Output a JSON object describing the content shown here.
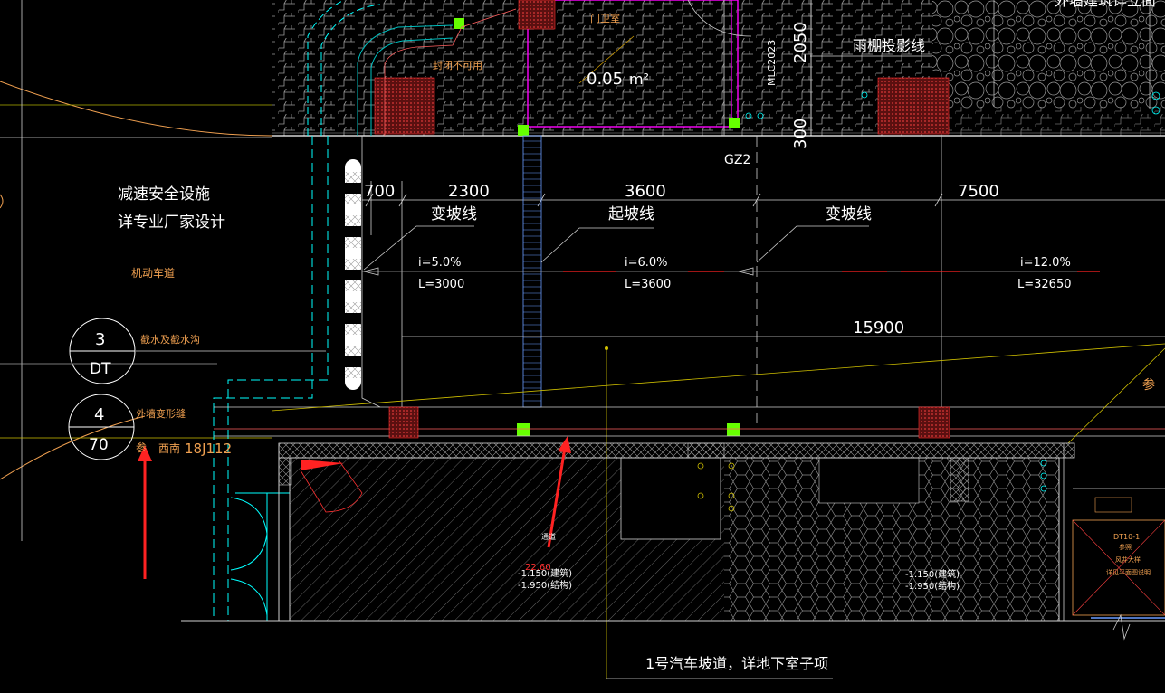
{
  "texts": {
    "speed_bump_1": "减速安全设施",
    "speed_bump_2": "详专业厂家设计",
    "vehicle_lane": "机动车道",
    "canopy_line": "雨棚投影线",
    "top_note": "封闭不可用",
    "top_room": "门卫室",
    "top_area": "0.05",
    "top_area_unit": "m²",
    "top_code": "MLC2023",
    "partial_top_right": "外墙建筑详立面",
    "dim_2050": "2050",
    "dim_300": "300",
    "grid_gz2": "GZ2",
    "dim_700": "700",
    "dim_2300": "2300",
    "dim_3600": "3600",
    "dim_7500": "7500",
    "dim_15900": "15900",
    "slope_change_1": "变坡线",
    "slope_start": "起坡线",
    "slope_change_2": "变坡线",
    "slope_1_i": "i=5.0%",
    "slope_1_L": "L=3000",
    "slope_2_i": "i=6.0%",
    "slope_2_L": "L=3600",
    "slope_3_i": "i=12.0%",
    "slope_3_L": "L=32650",
    "detail_3_num": "3",
    "detail_3_ref": "DT",
    "detail_3_label": "截水及截水沟",
    "detail_4_num": "4",
    "detail_4_ref": "70",
    "detail_4_label": "外墙变形缝",
    "atlas_prefix": "参",
    "atlas_region": "西南",
    "atlas_code": "18J112",
    "ramp_note": "1号汽车坡道，详地下室子项",
    "elev_left_1": "-1.150(建筑)",
    "elev_left_2": "-1.950(结构)",
    "elev_left_tag": "通道",
    "elev_left_red": "22.60",
    "elev_right_1": "-1.150(建筑)",
    "elev_right_2": "-1.950(结构)",
    "stair_label_1": "DT10-1",
    "stair_label_2": "参照",
    "stair_label_3": "风井大样",
    "stair_label_4": "详见平面图说明",
    "right_edge_char": "参"
  },
  "colors": {
    "background": "#000000",
    "white": "#ffffff",
    "yellow": "#ffff00",
    "orange": "#f0a050",
    "cyan": "#00ffff",
    "magenta": "#ff00ff",
    "red": "#ff2222",
    "green": "#66ff00",
    "dark_red": "#8b1a1a",
    "blue": "#6a9cff",
    "gray": "#a0a0a0"
  }
}
